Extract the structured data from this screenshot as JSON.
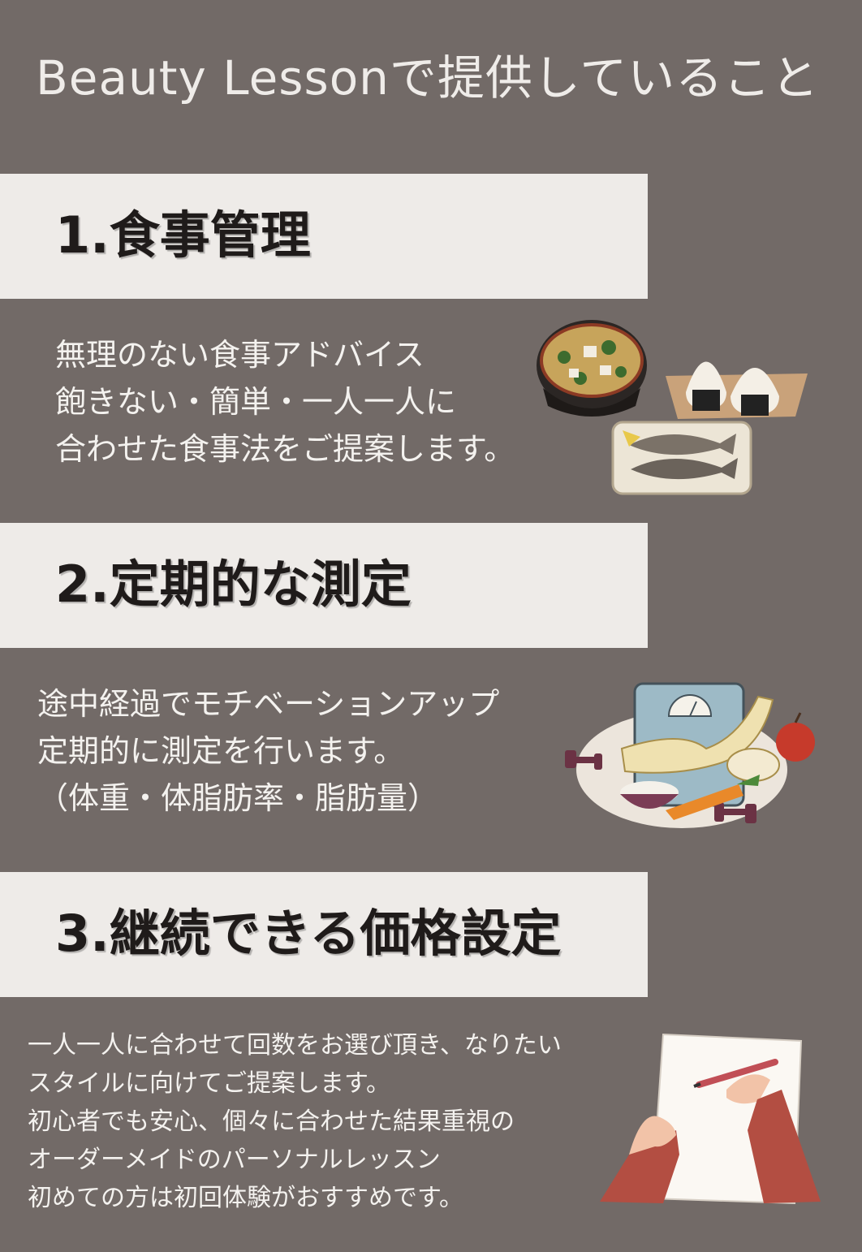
{
  "title": "Beauty Lessonで提供していること",
  "sections": [
    {
      "heading": "1.食事管理",
      "lines": [
        "無理のない食事アドバイス",
        "飽きない・簡単・一人一人に",
        "合わせた食事法をご提案します。"
      ],
      "illustration": "japanese-meal-illustration"
    },
    {
      "heading": "2.定期的な測定",
      "lines": [
        "途中経過でモチベーションアップ",
        "定期的に測定を行います。",
        "（体重・体脂肪率・脂肪量）"
      ],
      "illustration": "scale-measuring-illustration"
    },
    {
      "heading": "3.継続できる価格設定",
      "lines": [
        "一人一人に合わせて回数をお選び頂き、なりたい",
        "スタイルに向けてご提案します。",
        "初心者でも安心、個々に合わせた結果重視の",
        "オーダーメイドのパーソナルレッスン",
        "初めての方は初回体験がおすすめです。"
      ],
      "illustration": "writing-hand-illustration"
    }
  ],
  "colors": {
    "background": "#726a67",
    "band": "#eeebe8",
    "heading_text": "#1f1b1a",
    "body_text": "#f4f2ef"
  }
}
